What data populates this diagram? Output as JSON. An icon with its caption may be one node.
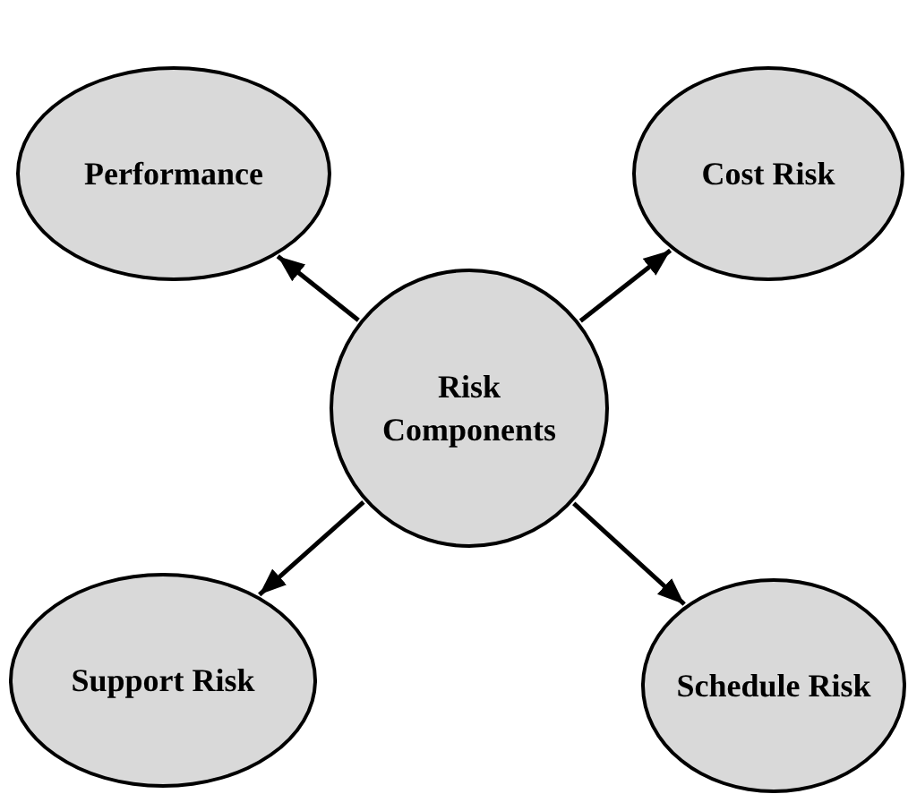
{
  "diagram": {
    "nodes": [
      {
        "text": [
          "Performance"
        ]
      },
      {
        "text": [
          "Cost Risk"
        ]
      },
      {
        "text": [
          "Risk Components"
        ]
      },
      {
        "text": [
          "Support Risk"
        ]
      },
      {
        "text": [
          "Schedule Risk"
        ]
      }
    ],
    "edges": [
      {
        "from": 2,
        "to": 0,
        "arrow": "to"
      },
      {
        "from": 2,
        "to": 1,
        "arrow": "to"
      },
      {
        "from": 2,
        "to": 3,
        "arrow": "to"
      },
      {
        "from": 2,
        "to": 4,
        "arrow": "to"
      }
    ]
  }
}
